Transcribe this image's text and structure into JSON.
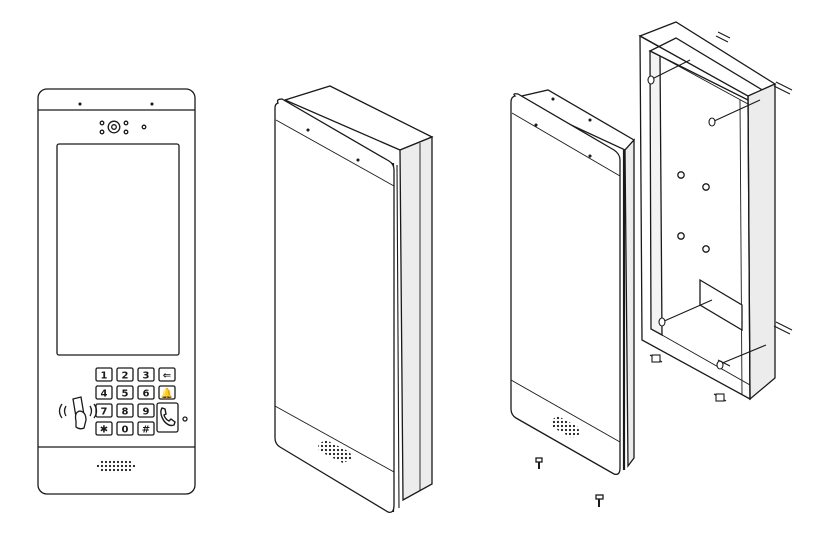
{
  "keypad": {
    "rows": [
      [
        "1",
        "2",
        "3",
        "⇐"
      ],
      [
        "4",
        "5",
        "6",
        "🔔"
      ],
      [
        "7",
        "8",
        "9"
      ],
      [
        "✱",
        "0",
        "#"
      ]
    ]
  },
  "icons": {
    "card_reader": "nfc-card-icon",
    "call": "phone-handset-icon",
    "speaker": "speaker-grille-icon"
  },
  "colors": {
    "line": "#1a1a1a",
    "face": "#ffffff",
    "shade": "#e6e6e6"
  }
}
